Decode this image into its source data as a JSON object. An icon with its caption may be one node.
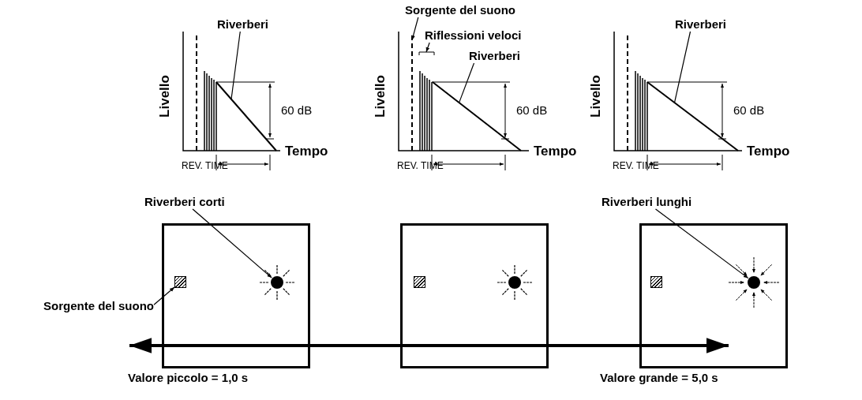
{
  "diagram": {
    "nodes": [
      {
        "text": [
          "Sorgente del suono"
        ]
      },
      {
        "text": [
          "Riflessioni veloci"
        ]
      },
      {
        "text": [
          "Riverberi"
        ]
      },
      {
        "text": [
          "Riverberi"
        ]
      },
      {
        "text": [
          "Riverberi"
        ]
      },
      {
        "text": [
          "Riverberi corti"
        ]
      },
      {
        "text": [
          "Riverberi lunghi"
        ]
      },
      {
        "text": [],
        "shape": "box"
      },
      {
        "text": [],
        "shape": "box",
        "in": 7
      },
      {
        "text": [],
        "shape": "circle",
        "in": 7
      },
      {
        "text": [],
        "shape": "box"
      },
      {
        "text": [],
        "shape": "box",
        "in": 10
      },
      {
        "text": [],
        "shape": "circle",
        "in": 10
      },
      {
        "text": [],
        "shape": "box"
      },
      {
        "text": [],
        "shape": "box",
        "in": 13
      },
      {
        "text": [],
        "shape": "circle",
        "in": 13
      },
      {
        "text": [
          "Sorgente del suono"
        ]
      },
      {
        "text": [],
        "shape": "line"
      },
      {
        "text": [],
        "shape": "line"
      },
      {
        "text": [],
        "shape": "bracket"
      },
      {
        "text": [],
        "shape": "line"
      },
      {
        "text": [],
        "shape": "line"
      }
    ],
    "edges": [
      {
        "from": 0,
        "to": 18,
        "arrow": "to"
      },
      {
        "from": 1,
        "to": 19,
        "arrow": "to"
      },
      {
        "from": 2,
        "to": 17,
        "arrow": "none"
      },
      {
        "from": 3,
        "to": 20,
        "arrow": "none"
      },
      {
        "from": 4,
        "to": 21,
        "arrow": "none"
      },
      {
        "from": 5,
        "to": 9,
        "arrow": "to"
      },
      {
        "from": 6,
        "to": 15,
        "arrow": "to"
      },
      {
        "from": 16,
        "to": 8,
        "arrow": "to"
      }
    ],
    "labels": [
      "Livello",
      "60 dB",
      "Tempo",
      "REV. TIME",
      "Livello",
      "60 dB",
      "Tempo",
      "REV. TIME",
      "Livello",
      "60 dB",
      "Tempo",
      "REV. TIME",
      "Valore piccolo = 1,0 s",
      "Valore grande = 5,0 s"
    ]
  }
}
